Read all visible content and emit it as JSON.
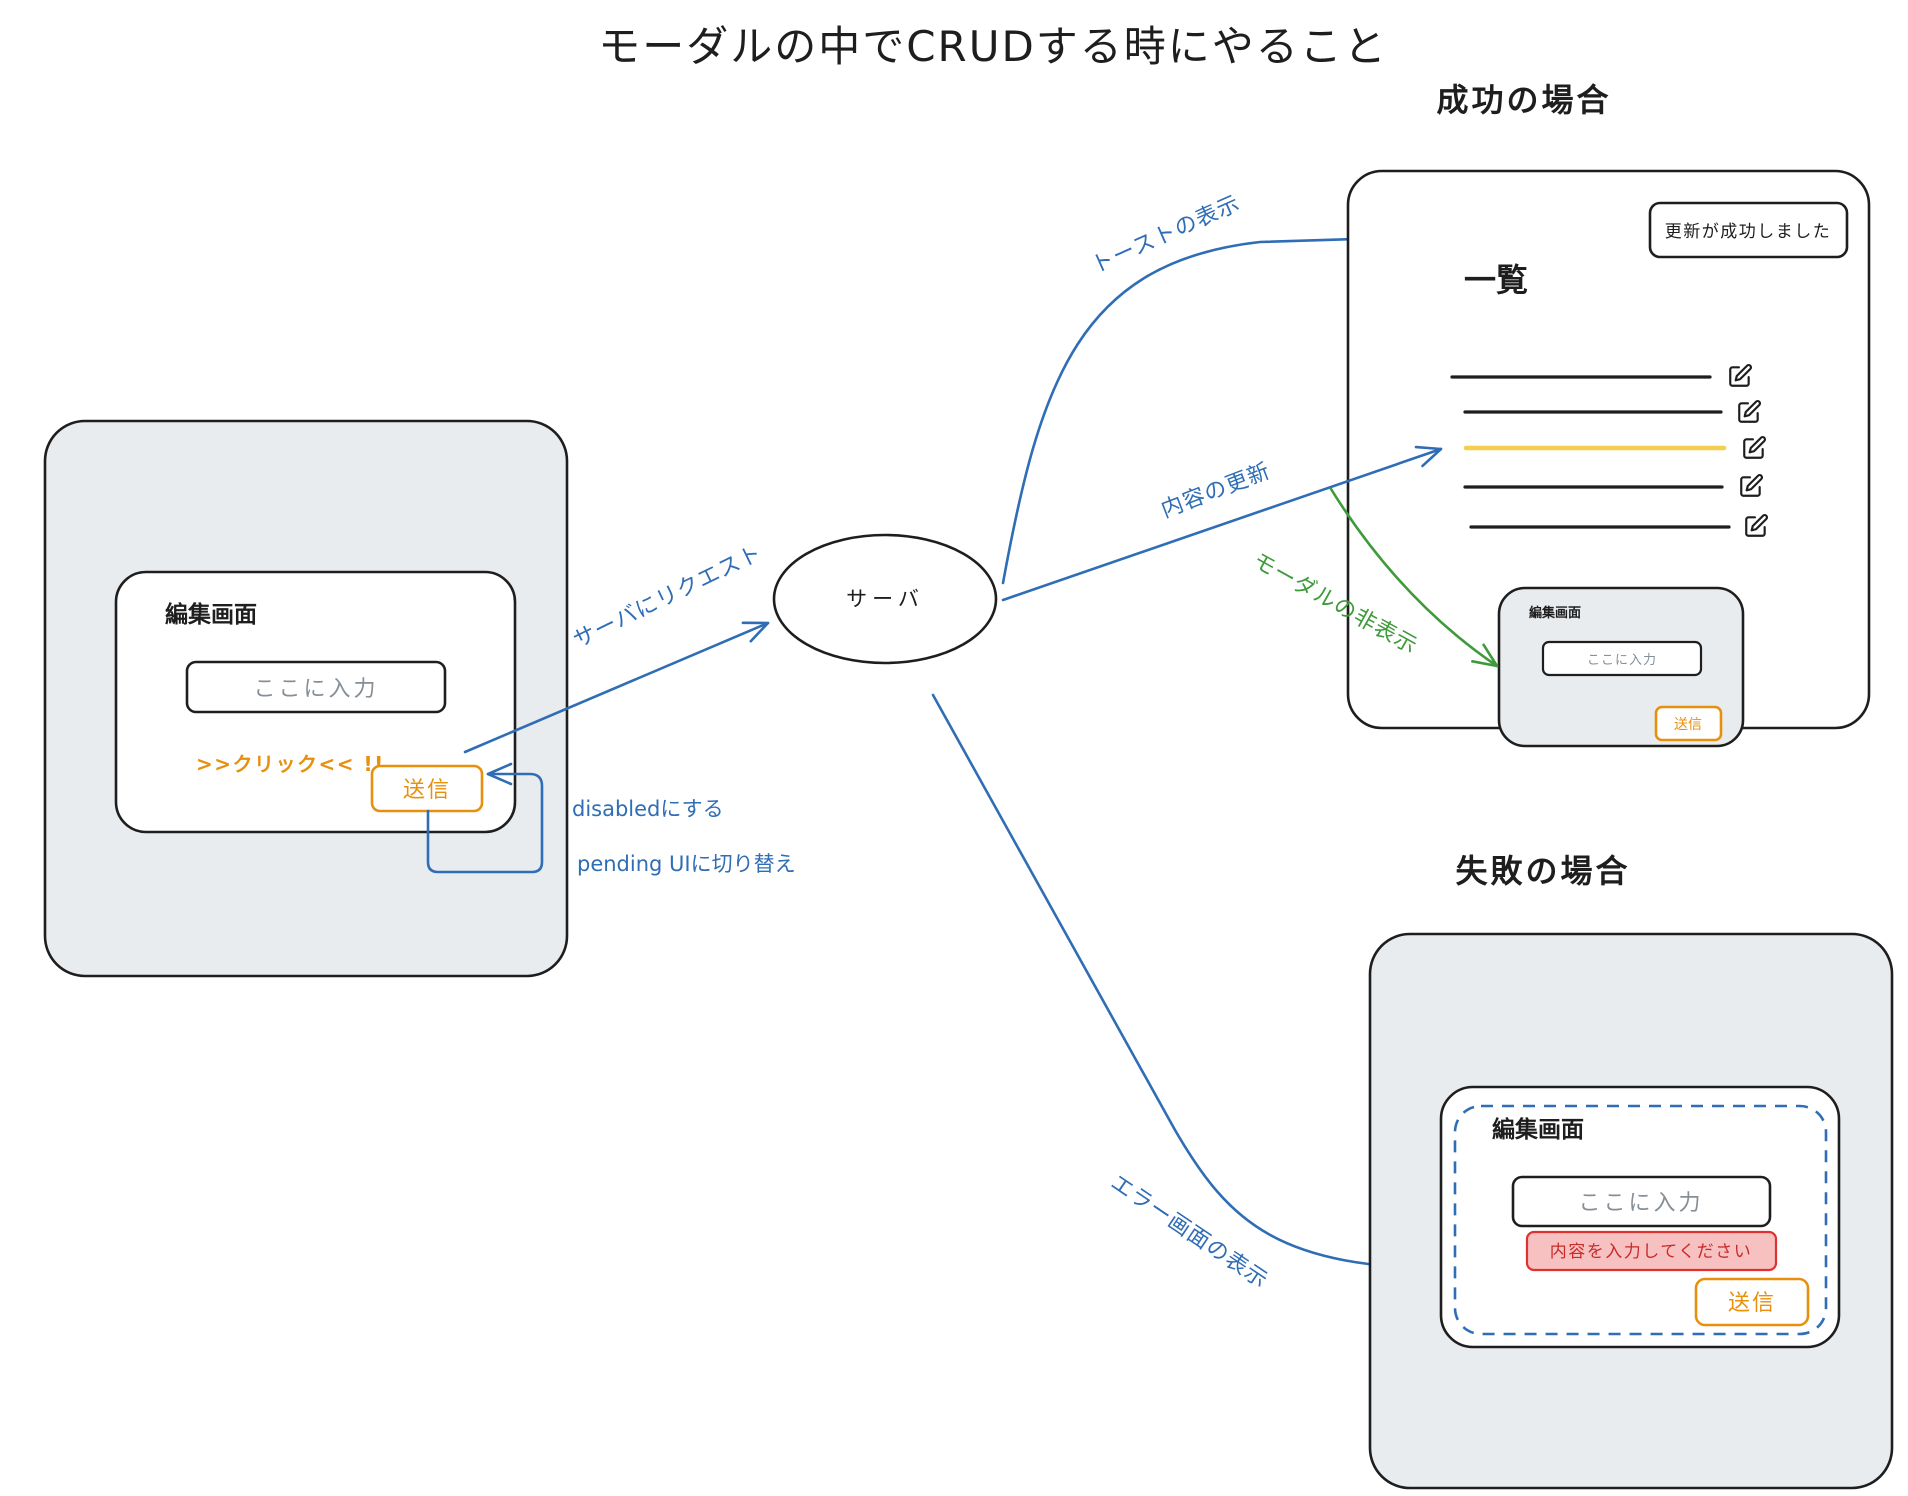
{
  "title": "モーダルの中でCRUDする時にやること",
  "headings": {
    "success": "成功の場合",
    "failure": "失敗の場合"
  },
  "client": {
    "modal_title": "編集画面",
    "input_placeholder": "ここに入力",
    "click_hint": ">>クリック<< !!",
    "submit_label": "送信"
  },
  "server": {
    "label": "サーバ"
  },
  "flow_labels": {
    "request": "サーバにリクエスト",
    "disabled": "disabledにする",
    "pending": "pending UIに切り替え",
    "toast": "トーストの表示",
    "update": "内容の更新",
    "hide_modal": "モーダルの非表示",
    "error": "エラー画面の表示"
  },
  "success_screen": {
    "toast_message": "更新が成功しました",
    "list_title": "一覧",
    "list_rows": [
      {
        "highlighted": false
      },
      {
        "highlighted": false
      },
      {
        "highlighted": true
      },
      {
        "highlighted": false
      },
      {
        "highlighted": false
      }
    ],
    "modal": {
      "title": "編集画面",
      "input_placeholder": "ここに入力",
      "submit_label": "送信"
    }
  },
  "failure_screen": {
    "modal": {
      "title": "編集画面",
      "input_placeholder": "ここに入力",
      "submit_label": "送信"
    },
    "error_message": "内容を入力してください"
  },
  "colors": {
    "ink": "#1e1e1e",
    "flow": "#2f6db5",
    "hide_flow": "#3f9a3a",
    "accent": "#e8900c",
    "highlight": "#f2d04b",
    "panel": "#e9ecef",
    "error_fill": "#f7c1c1",
    "error_stroke": "#e03131",
    "error_text": "#c92a2a",
    "placeholder": "#868e96"
  }
}
